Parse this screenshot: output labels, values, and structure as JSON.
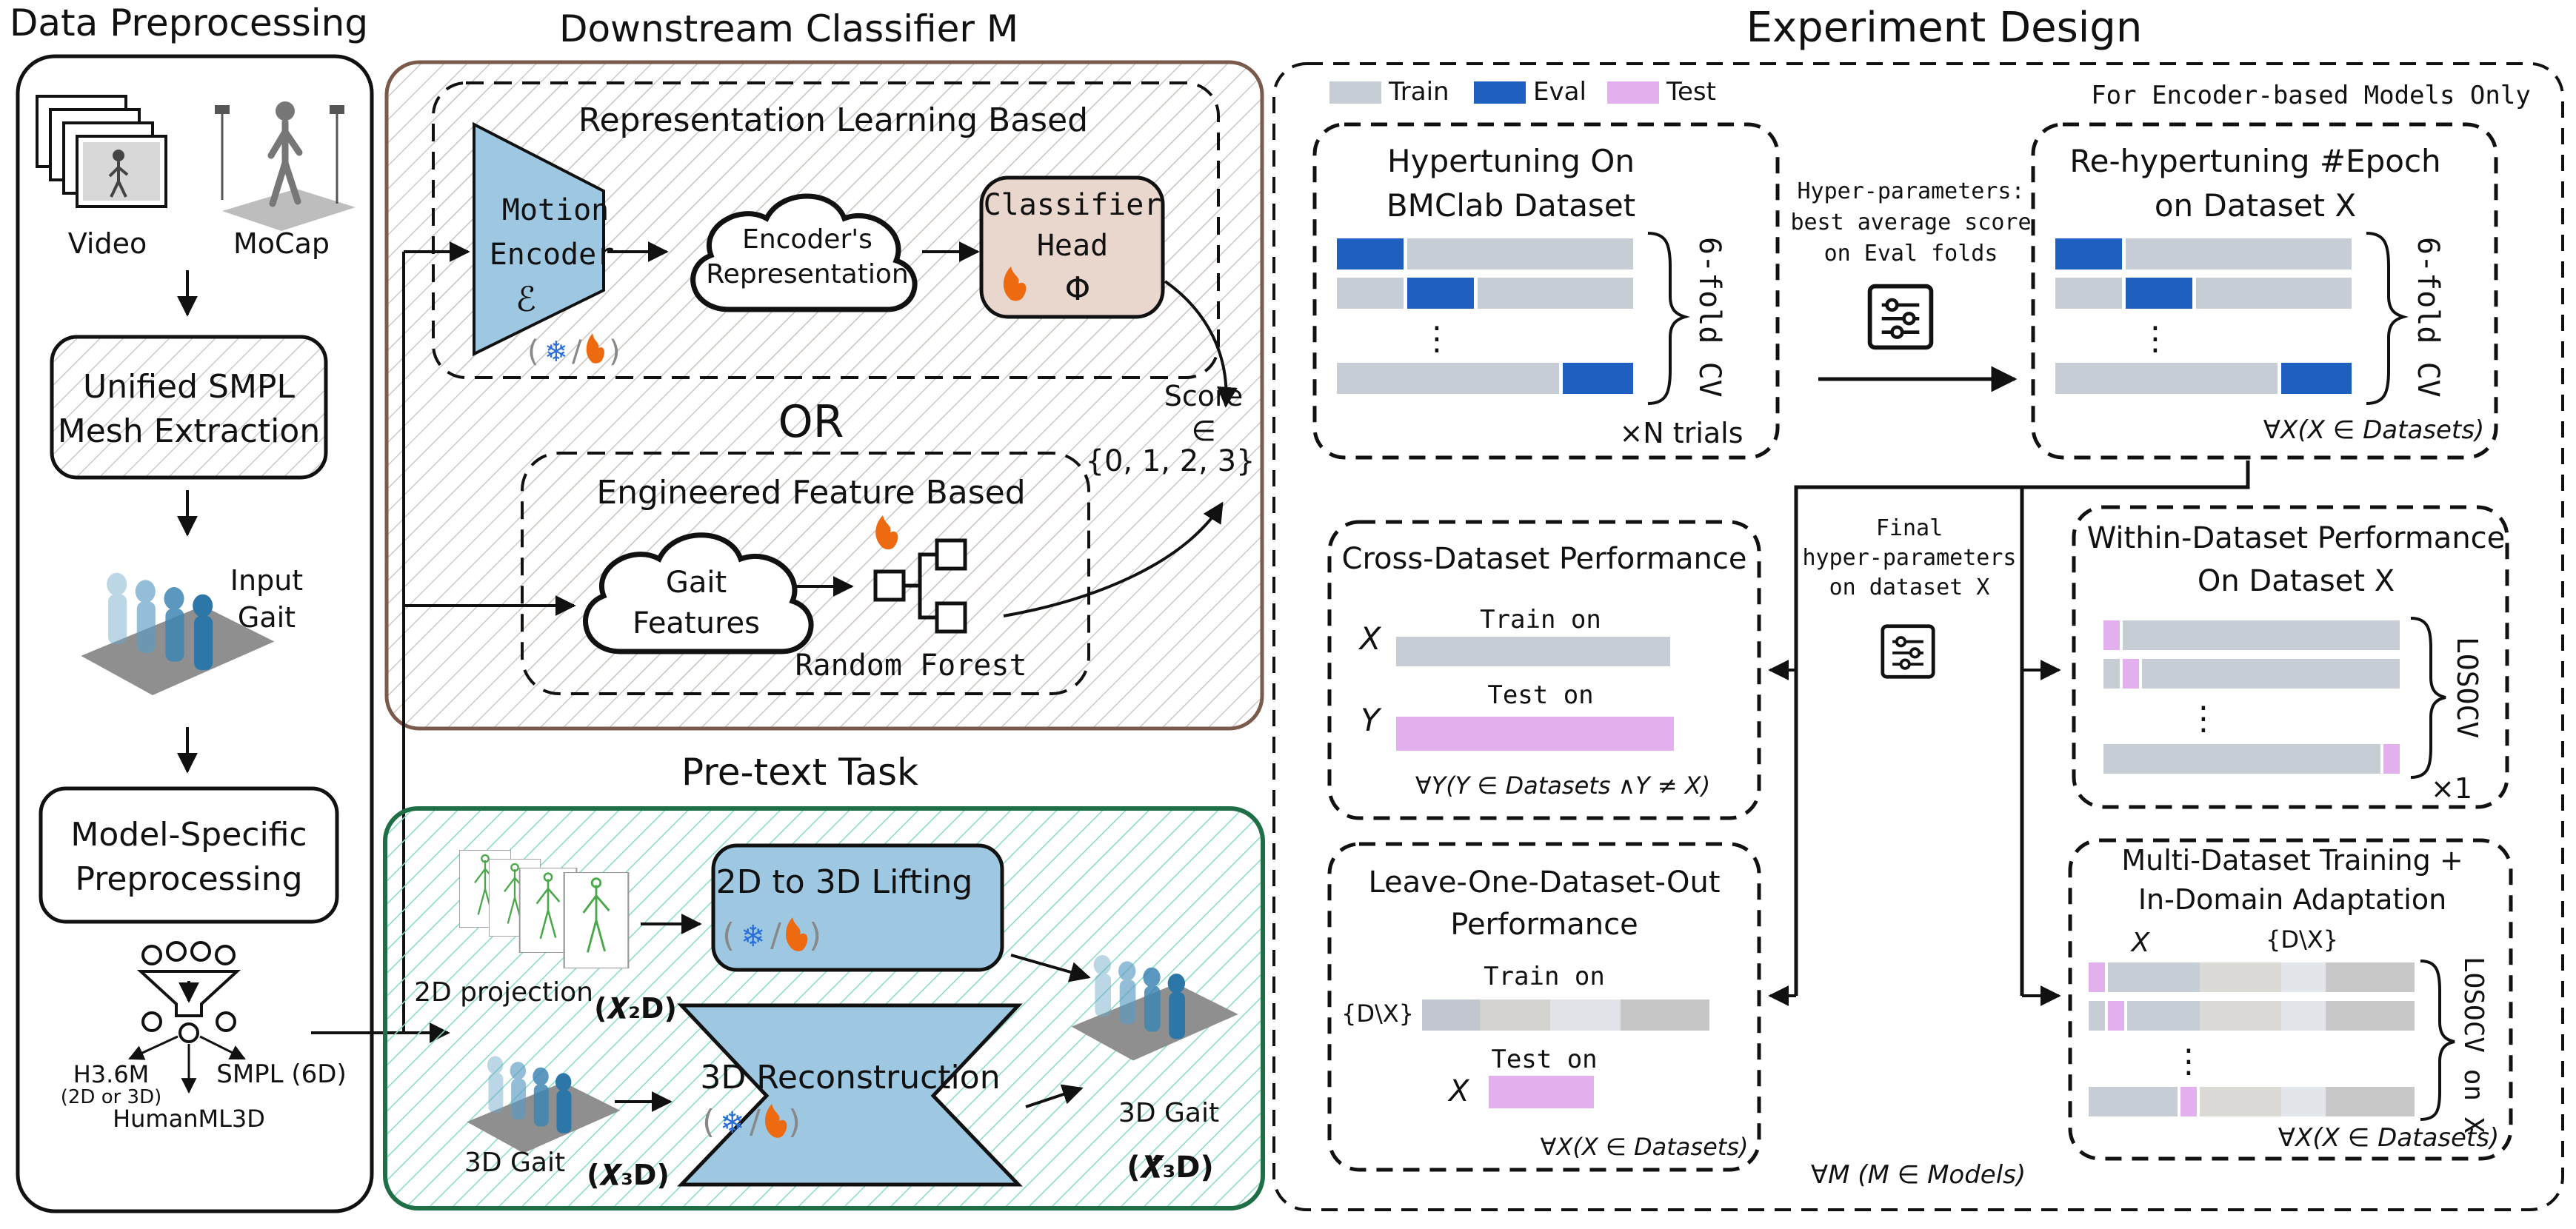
{
  "colors": {
    "train": "#c7cdd5",
    "eval": "#1f5fbf",
    "test": "#e3b0ee",
    "encoder": "#9ec8e2",
    "classifier": "#e9d6cd",
    "pretext_border": "#1e6e46",
    "pretext_hatch": "#7fd9c0",
    "classifier_border": "#7a5a4a",
    "hatch_gray": "#c9c2bc",
    "snow": "#2a6fd6",
    "fire": "#ee6a10"
  },
  "titles": {
    "data_preprocessing": "Data Preprocessing",
    "downstream": "Downstream Classifier M",
    "pretext": "Pre-text Task",
    "experiment": "Experiment Design"
  },
  "preprocessing": {
    "video": "Video",
    "mocap": "MoCap",
    "smpl_line1": "Unified SMPL",
    "smpl_line2": "Mesh Extraction",
    "input_line1": "Input",
    "input_line2": "Gait",
    "model_line1": "Model-Specific",
    "model_line2": "Preprocessing",
    "h36m": "H3.6M",
    "h36m_sub": "(2D or 3D)",
    "smpl6d": "SMPL (6D)",
    "humanml": "HumanML3D"
  },
  "classifier": {
    "rep_title": "Representation Learning Based",
    "motion_line1": "Motion",
    "motion_line2": "Encoder",
    "motion_sym": "ℰ",
    "encoder_rep_line1": "Encoder's",
    "encoder_rep_line2": "Representation",
    "head_line1": "Classifier",
    "head_line2": "Head",
    "head_sym": "Φ",
    "or": "OR",
    "eng_title": "Engineered Feature Based",
    "gait_line1": "Gait",
    "gait_line2": "Features",
    "rf": "Random Forest",
    "score_label": "Score",
    "score_in": "∈",
    "score_set": "{0, 1, 2, 3}"
  },
  "pretext": {
    "lifting": "2D to 3D Lifting",
    "recon": "3D Reconstruction",
    "proj_label": "2D projection",
    "x2d": "(𝑿₂D)",
    "gait3d": "3D Gait",
    "x3d": "(𝑿₃D)",
    "gait3d_out": "3D Gait",
    "x3d_hat": "(𝑿̂₃D)"
  },
  "experiment": {
    "legend": [
      "Train",
      "Eval",
      "Test"
    ],
    "encoder_only": "For Encoder-based Models Only",
    "hyper_line1": "Hypertuning On",
    "hyper_line2": "BMClab Dataset",
    "sixfold": "6-fold CV",
    "ntrials": "×N trials",
    "hp_line1": "Hyper-parameters:",
    "hp_line2": "best average score",
    "hp_line3": "on Eval folds",
    "rehyper_line1": "Re-hypertuning #Epoch",
    "rehyper_line2": "on Dataset X",
    "forall_x": "∀X(X ∈ Datasets)",
    "final_line1": "Final",
    "final_line2": "hyper-parameters",
    "final_line3": "on dataset X",
    "cross_title": "Cross-Dataset Performance",
    "x_var": "X",
    "y_var": "Y",
    "train_on": "Train on",
    "test_on": "Test on",
    "forall_y": "∀Y(Y ∈ Datasets  ∧Y ≠ X)",
    "within_line1": "Within-Dataset Performance",
    "within_line2": "On Dataset X",
    "losocv": "LOSOCV",
    "times1": "×1",
    "lodo_line1": "Leave-One-Dataset-Out",
    "lodo_line2": "Performance",
    "d_minus_x": "{D\\X}",
    "multi_line1": "Multi-Dataset Training +",
    "multi_line2": "In-Domain Adaptation",
    "losocv_on_x": "LOSOCV on X",
    "forall_m": "∀M (M ∈ Models)",
    "dots": "⋮"
  }
}
